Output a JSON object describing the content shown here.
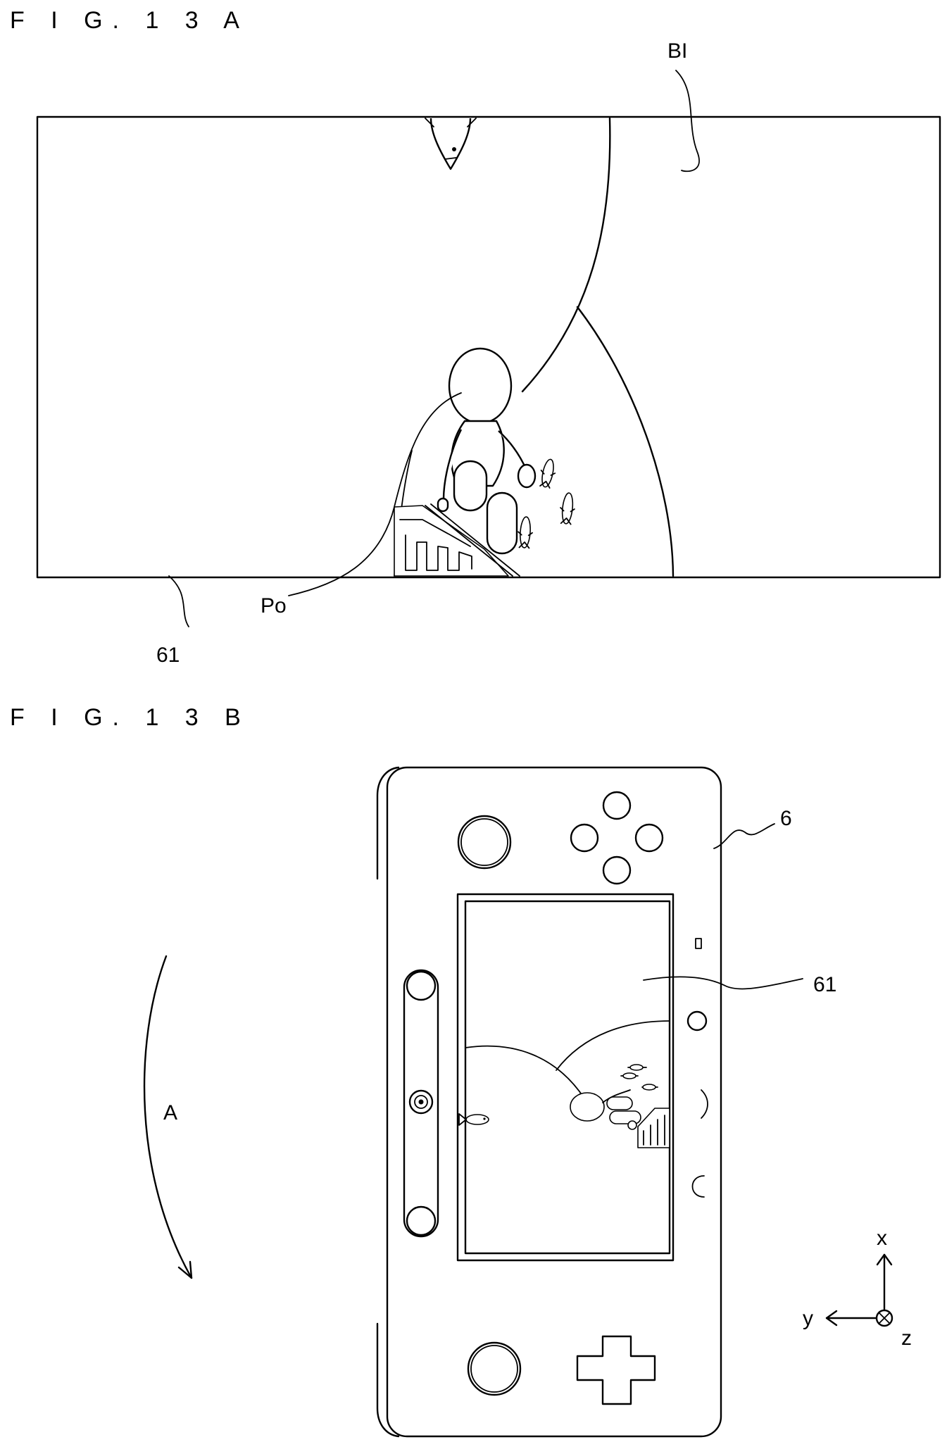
{
  "figures": {
    "fig_a": {
      "title": "F I G. 1 3 A",
      "labels": {
        "bi": "BI",
        "po": "Po",
        "screen": "61"
      }
    },
    "fig_b": {
      "title": "F I G. 1 3 B",
      "labels": {
        "device": "6",
        "screen": "61",
        "rotation": "A"
      },
      "axes": {
        "x": "x",
        "y": "y",
        "z": "z"
      }
    }
  }
}
